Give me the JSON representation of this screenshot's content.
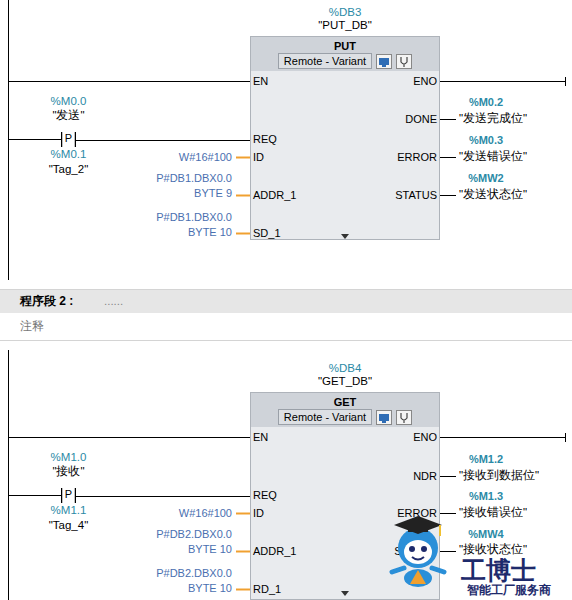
{
  "diagram": {
    "nodes": [
      {
        "text": [
          "%DB3",
          "\"PUT_DB\"",
          "PUT",
          "Remote - Variant"
        ]
      },
      {
        "text": [
          "%M0.0",
          "\"发送\"",
          "P",
          "%M0.1",
          "\"Tag_2\""
        ]
      },
      {
        "text": [
          "%DB4",
          "\"GET_DB\"",
          "GET",
          "Remote - Variant"
        ]
      },
      {
        "text": [
          "%M1.0",
          "\"接收\"",
          "P",
          "%M1.1",
          "\"Tag_4\""
        ]
      }
    ],
    "edges": [
      {
        "from": 1,
        "to": 0,
        "arrow": "none"
      },
      {
        "from": 3,
        "to": 2,
        "arrow": "none"
      }
    ],
    "labels": [
      "EN",
      "ENO",
      "REQ",
      "DONE",
      "ID",
      "ERROR",
      "ADDR_1",
      "STATUS",
      "SD_1",
      "W#16#100",
      "P#DB1.DBX0.0",
      "BYTE 9",
      "P#DB1.DBX0.0",
      "BYTE 10",
      "%M0.2",
      "\"发送完成位\"",
      "%M0.3",
      "\"发送错误位\"",
      "%MW2",
      "\"发送状态位\"",
      "程序段 2 :",
      "......",
      "注释",
      "EN",
      "ENO",
      "REQ",
      "NDR",
      "ID",
      "ERROR",
      "ADDR_1",
      "STATUS",
      "RD_1",
      "W#16#100",
      "P#DB2.DBX0.0",
      "BYTE 10",
      "P#DB2.DBX0.0",
      "BYTE 10",
      "%M1.2",
      "\"接收到数据位\"",
      "%M1.3",
      "\"接收错误位\"",
      "%MW4",
      "\"接收状态位\"",
      "工博士",
      "智能工厂服务商"
    ]
  }
}
